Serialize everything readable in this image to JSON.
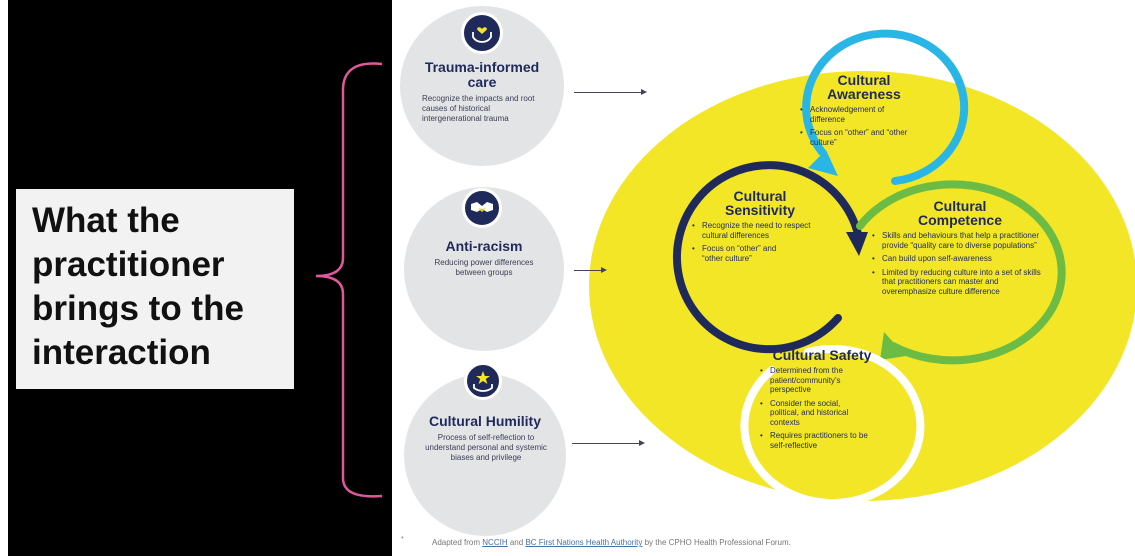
{
  "intro": {
    "text": "What the practitioner brings to the interaction"
  },
  "left_circles": [
    {
      "title": "Trauma-informed care",
      "description": "Recognize the impacts and root causes of historical intergenerational trauma",
      "icon": "heart-in-hands-icon"
    },
    {
      "title": "Anti-racism",
      "description": "Reducing power differences between groups",
      "icon": "handshake-icon"
    },
    {
      "title": "Cultural Humility",
      "description": "Process of self-reflection to understand personal and systemic biases and privilege",
      "icon": "star-in-hand-icon"
    }
  ],
  "stages": {
    "awareness": {
      "title": "Cultural Awareness",
      "bullets": [
        "Acknowledgement of difference",
        "Focus on “other” and “other culture”"
      ]
    },
    "sensitivity": {
      "title": "Cultural Sensitivity",
      "bullets": [
        "Recognize the need to respect cultural differences",
        "Focus on “other” and “other culture”"
      ]
    },
    "competence": {
      "title": "Cultural Competence",
      "bullets": [
        "Skills and behaviours that help a practitioner provide “quality care to diverse populations”",
        "Can build upon self-awareness",
        "Limited by reducing culture into a set of skills that practitioners can master and overemphasize culture difference"
      ]
    },
    "safety": {
      "title": "Cultural Safety",
      "bullets": [
        "Determined from the patient/community’s perspective",
        "Consider the social, political, and historical contexts",
        "Requires practitioners to be self-reflective"
      ]
    }
  },
  "footer": {
    "asterisk": "*",
    "prefix": "Adapted from",
    "link1": "NCCIH",
    "and": "and",
    "link2": "BC First Nations Health Authority",
    "suffix": "by the CPHO Health Professional Forum."
  },
  "colors": {
    "background_left": "#000000",
    "bracket": "#e0589c",
    "yellow": "#f2e627",
    "navy": "#1f2a5a",
    "cyan": "#29b6e6",
    "green": "#6cbb45",
    "white": "#ffffff",
    "circle_grey": "#e3e4e6"
  }
}
